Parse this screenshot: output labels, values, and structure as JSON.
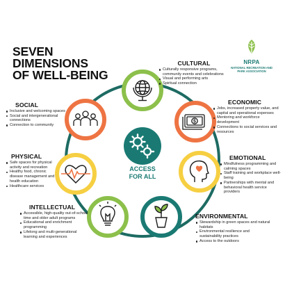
{
  "title": {
    "line1": "SEVEN",
    "line2": "DIMENSIONS",
    "line3": "OF WELL-BEING"
  },
  "logo": {
    "name": "NRPA",
    "subtitle": "National Recreation and Park Association"
  },
  "center": {
    "line1": "ACCESS",
    "line2": "FOR ALL"
  },
  "colors": {
    "teal": "#1a7a73",
    "orange": "#ee7443",
    "green": "#8cc04b",
    "yellow": "#f6cf42",
    "ring": "#1d6b63",
    "ink": "#111111"
  },
  "dimensions": [
    {
      "id": "cultural",
      "heading": "CULTURAL",
      "icon": "globe-icon",
      "bullets": [
        "Culturally responsive programs, community events and celebrations",
        "Visual and performing arts",
        "Spiritual connection"
      ]
    },
    {
      "id": "economic",
      "heading": "ECONOMIC",
      "icon": "money-icon",
      "bullets": [
        "Jobs, increased property value, and capital and operational expenses",
        "Mentoring and workforce development",
        "Connections to social services and resources"
      ]
    },
    {
      "id": "emotional",
      "heading": "EMOTIONAL",
      "icon": "head-heart-icon",
      "bullets": [
        "Mindfulness programming and calming spaces",
        "Staff training and workplace well-being",
        "Partnerships with mental and behavioral health service providers"
      ]
    },
    {
      "id": "environmental",
      "heading": "ENVIRONMENTAL",
      "icon": "plant-icon",
      "bullets": [
        "Stewardship in green spaces and natural habitats",
        "Environmental resilience and sustainability practices",
        "Access to the outdoors"
      ]
    },
    {
      "id": "intellectual",
      "heading": "INTELLECTUAL",
      "icon": "lightbulb-icon",
      "bullets": [
        "Accessible, high-quality out-of-school time and older adult programs",
        "Educational and enrichment programming",
        "Lifelong and multi-generational learning and experiences"
      ]
    },
    {
      "id": "physical",
      "heading": "PHYSICAL",
      "icon": "heartbeat-icon",
      "bullets": [
        "Safe spaces for physical activity and recreation",
        "Healthy food, chronic disease management and health education",
        "Healthcare services"
      ]
    },
    {
      "id": "social",
      "heading": "SOCIAL",
      "icon": "people-icon",
      "bullets": [
        "Inclusive and welcoming spaces",
        "Social and intergenerational connections",
        "Connection to community"
      ]
    }
  ]
}
